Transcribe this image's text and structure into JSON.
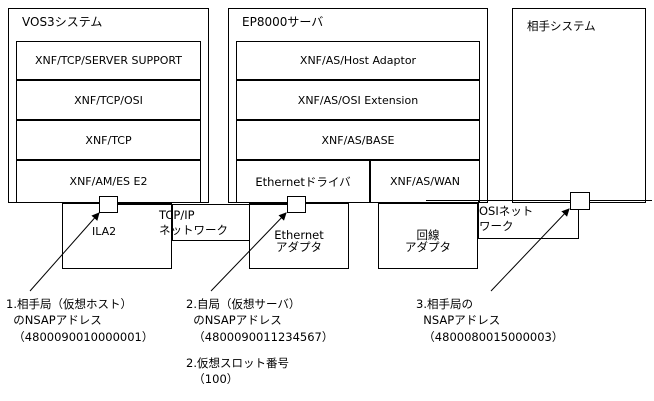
{
  "diagram": {
    "title_hidden": "",
    "systems": [
      {
        "id": "vos3",
        "name": "VOS3システム",
        "layers": [
          "XNF/TCP/SERVER SUPPORT",
          "XNF/TCP/OSI",
          "XNF/TCP",
          "XNF/AM/ES E2"
        ]
      },
      {
        "id": "ep8000",
        "name": "EP8000サーバ",
        "layers": [
          "XNF/AS/Host Adaptor",
          "XNF/AS/OSI Extension",
          "XNF/AS/BASE"
        ],
        "bottom_layers": [
          "Ethernetドライバ",
          "XNF/AS/WAN"
        ]
      },
      {
        "id": "peer",
        "name": "相手システム",
        "layers": []
      }
    ],
    "adapters": [
      {
        "id": "ila2",
        "label": "ILA2"
      },
      {
        "id": "ethernet",
        "label": "Ethernet\nアダプタ"
      },
      {
        "id": "kaisen",
        "label": "回線\nアダプタ"
      }
    ],
    "networks": [
      {
        "id": "tcpip",
        "label": "TCP/IP\nネットワーク"
      },
      {
        "id": "osi",
        "label": "OSIネット\nワーク"
      }
    ],
    "notes": [
      {
        "id": "note-1",
        "lines": [
          "1.相手局（仮想ホスト）",
          "  のNSAPアドレス",
          "  （4800090010000001）"
        ]
      },
      {
        "id": "note-2",
        "lines": [
          "2.自局（仮想サーバ）",
          "  のNSAPアドレス",
          "  （4800090011234567）"
        ]
      },
      {
        "id": "note-2b",
        "lines": [
          "2.仮想スロット番号",
          "  （100）"
        ]
      },
      {
        "id": "note-3",
        "lines": [
          "3.相手局の",
          "  NSAPアドレス",
          "  （4800080015000003）"
        ]
      }
    ],
    "colors": {
      "line": "#000000",
      "background": "#ffffff",
      "text": "#000000"
    }
  }
}
